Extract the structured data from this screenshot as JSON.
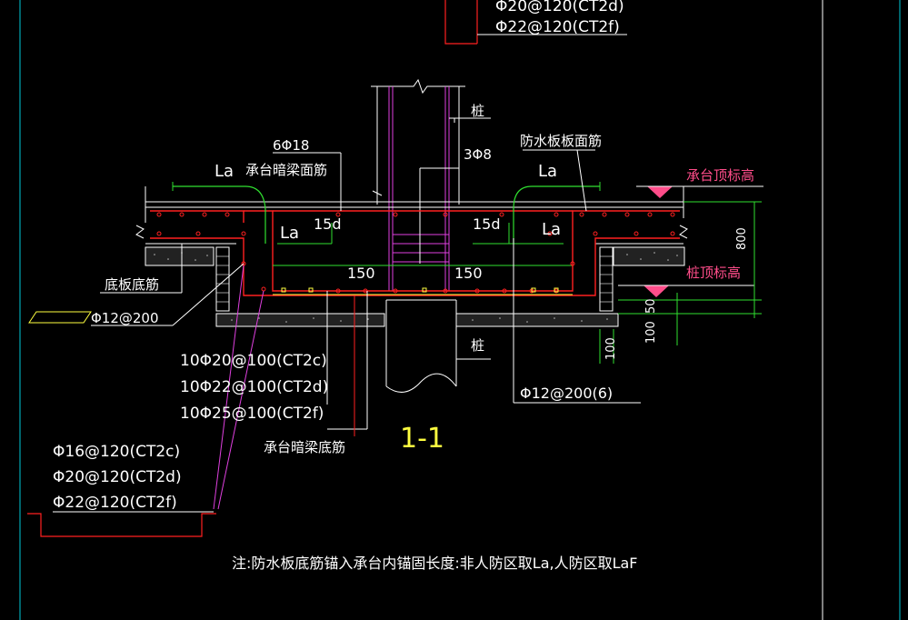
{
  "labels": {
    "top_rebar_line1": "Φ20@120(CT2d)",
    "top_rebar_line2": "Φ22@120(CT2f)",
    "pile_top": "桩",
    "pile_bottom": "桩",
    "beam_top_bars": "6Φ18",
    "beam_top_desc": "承台暗梁面筋",
    "stirrup": "3Φ8",
    "waterproof_top": "防水板板面筋",
    "la_left_top": "La",
    "la_right_top": "La",
    "la_left_inner": "La",
    "la_right_inner": "La",
    "d15_left": "15d",
    "d15_right": "15d",
    "dim150_left": "150",
    "dim150_right": "150",
    "cap_top_elev": "承台顶标高",
    "pile_top_elev": "桩顶标高",
    "dim_800": "800",
    "dim_50": "50",
    "dim_100_right": "100",
    "dim_100_bottom": "100",
    "slab_bottom": "底板底筋",
    "phi12_200": "Φ12@200",
    "phi12_200_6": "Φ12@200(6)",
    "bars_ct2c": "10Φ20@100(CT2c)",
    "bars_ct2d": "10Φ22@100(CT2d)",
    "bars_ct2f": "10Φ25@100(CT2f)",
    "beam_bottom_desc": "承台暗梁底筋",
    "section_mark": "1-1",
    "lower_ct2c": "Φ16@120(CT2c)",
    "lower_ct2d": "Φ20@120(CT2d)",
    "lower_ct2f": "Φ22@120(CT2f)",
    "note": "注:防水板底筋锚入承台内锚固长度:非人防区取La,人防区取LaF"
  },
  "colors": {
    "background": "#000000",
    "text": "#ffffff",
    "elevation_text": "#ff4d8a",
    "rebar": "#ff2020",
    "magenta": "#e040e0",
    "green": "#30e030",
    "yellow": "#ffff40",
    "cyan": "#00c8d8"
  }
}
